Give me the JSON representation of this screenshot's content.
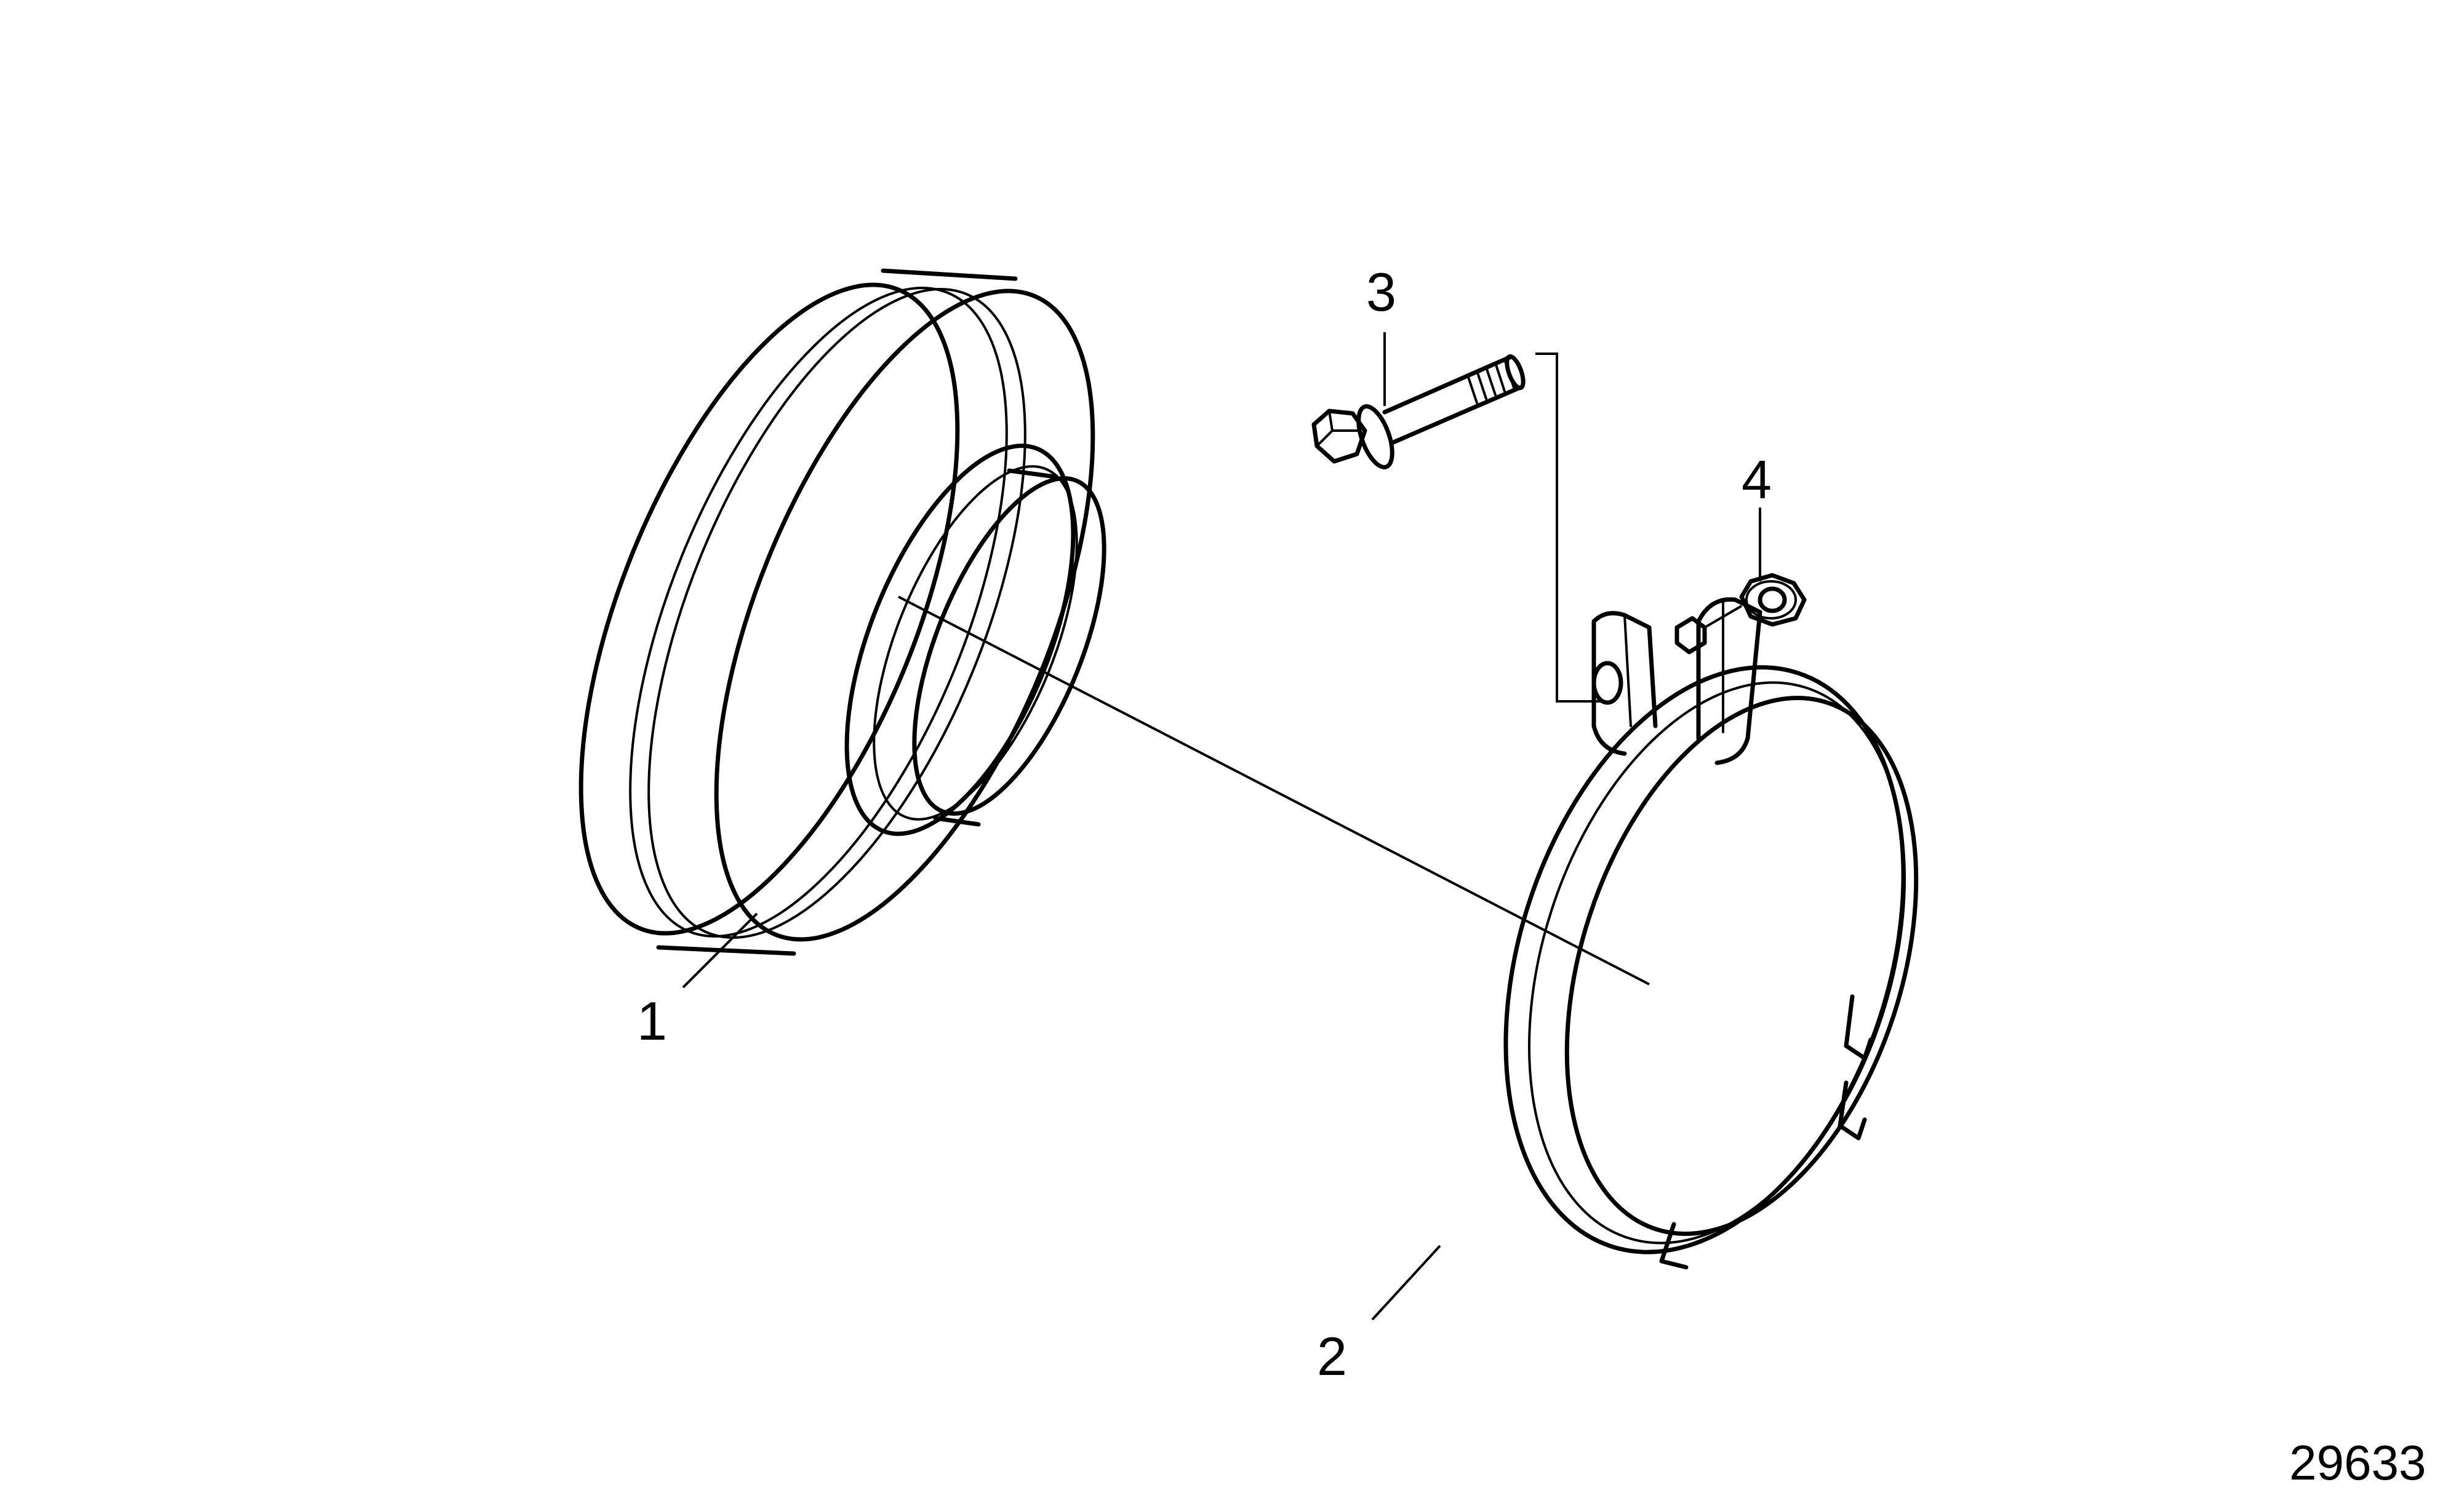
{
  "callouts": {
    "part_1": "1",
    "part_2": "2",
    "part_3": "3",
    "part_4": "4"
  },
  "figure_number": "29633",
  "colors": {
    "line": "#000000",
    "background": "#ffffff"
  }
}
